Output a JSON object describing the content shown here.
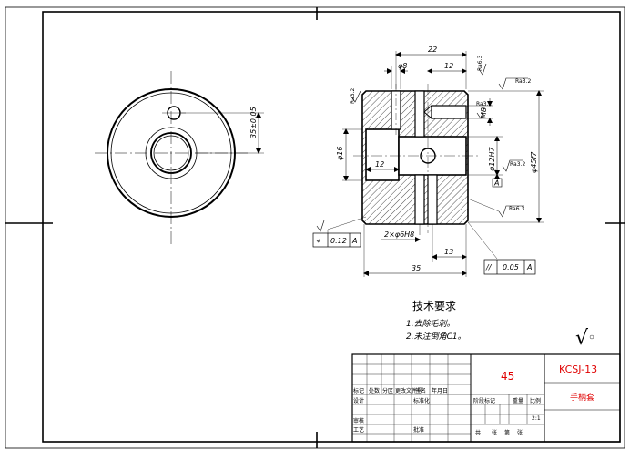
{
  "front_view": {
    "dim_bolt_spacing": "35±0.05"
  },
  "section_view": {
    "dims": {
      "top_22": "22",
      "top_phi8": "φ8",
      "top_12": "12",
      "left_phi16": "φ16",
      "inner_12": "12",
      "right_phi12h7": "φ12H7",
      "right_phi45f7": "φ45f7",
      "slot_m8": "M8",
      "pin_2xphi6h8": "2×φ6H8",
      "bottom_13": "13",
      "bottom_35": "35"
    },
    "roughness": {
      "r1": "Ra3.2",
      "r2": "Ra6.3",
      "r3": "Ra3.2",
      "r4": "Ra3.2",
      "r5": "Ra3.2",
      "r6": "Ra6.3"
    },
    "datum_label": "A",
    "gdt_position": {
      "symbol": "⌖",
      "value": "0.12",
      "datum": "A"
    },
    "gdt_parallel": {
      "symbol": "//",
      "value": "0.05",
      "datum": "A"
    }
  },
  "tech_requirements": {
    "title": "技术要求",
    "items": [
      "1.去除毛刺。",
      "2.未注倒角C1。"
    ]
  },
  "roughness_mark": "√",
  "title_block": {
    "material": "45",
    "drawing_no": "KCSJ-13",
    "part_name": "手柄套",
    "scale_value": "2:1",
    "col_mark": "标记",
    "col_count": "处数",
    "col_zone": "分区",
    "col_change_doc": "更改文件号",
    "col_sign": "签名",
    "col_date": "年月日",
    "designer": "设计",
    "standardization": "标准化",
    "stage_mark": "阶段标记",
    "weight": "重量",
    "scale": "比例",
    "reviewer": "审核",
    "process": "工艺",
    "approve": "批准",
    "sheet_total": "共",
    "sheet_label": "张",
    "sheet_no": "第",
    "sheet_label2": "张"
  }
}
